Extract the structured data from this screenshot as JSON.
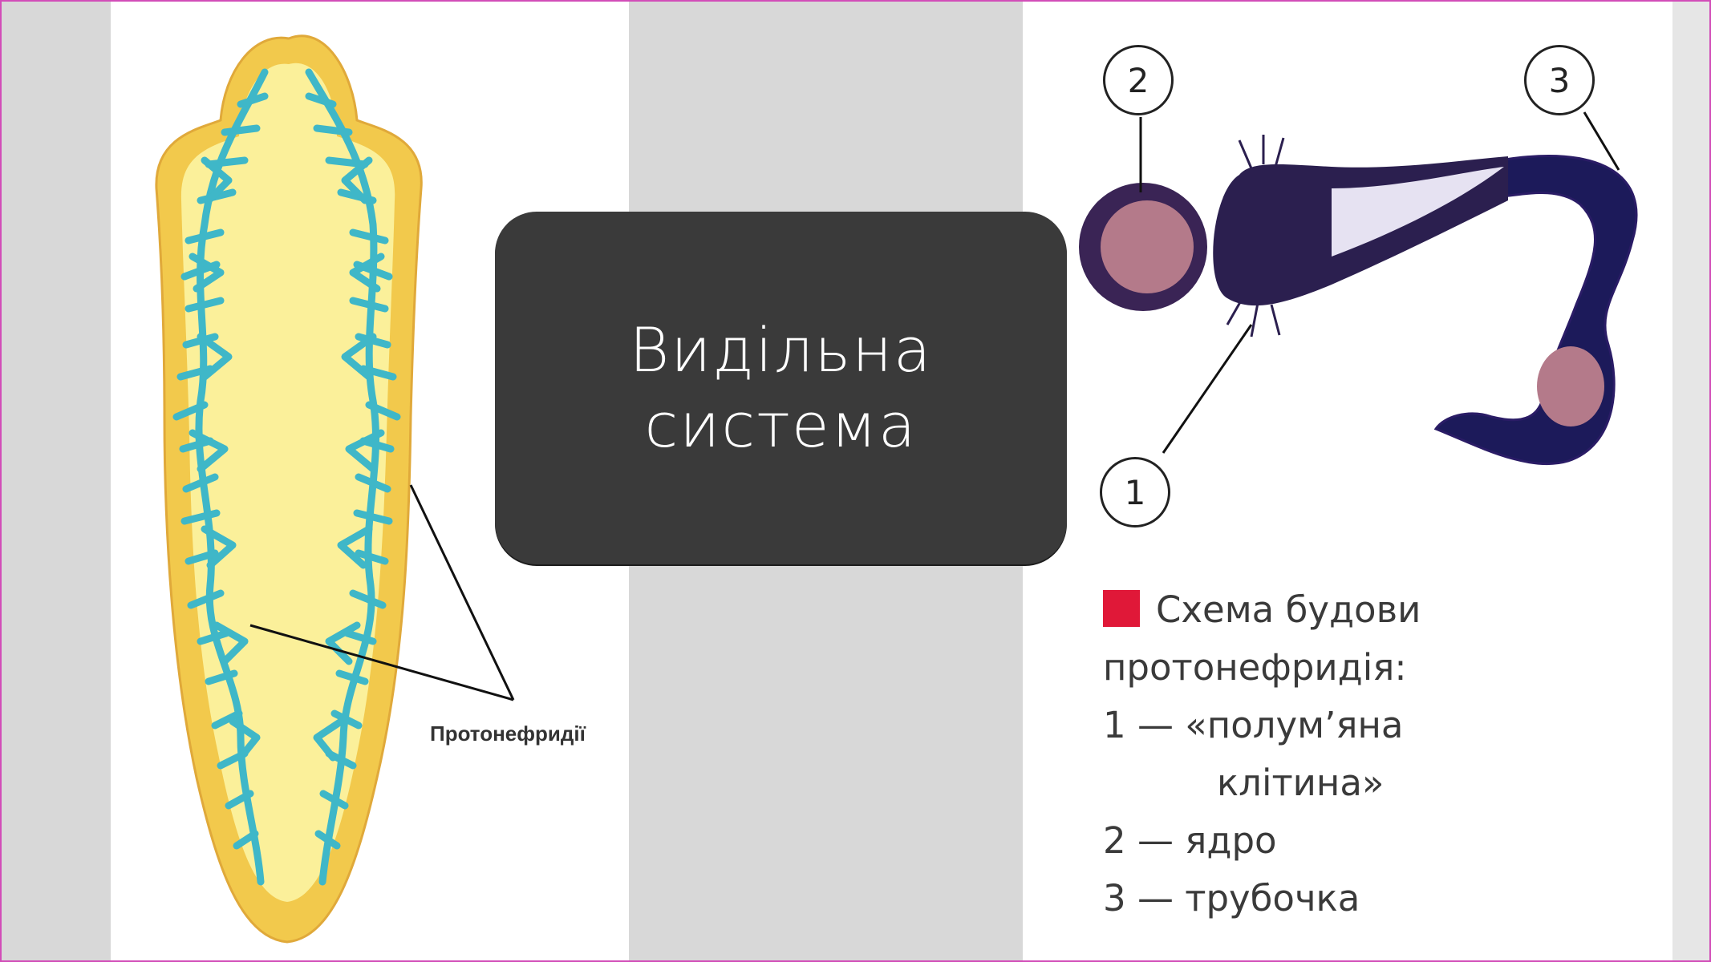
{
  "slide": {
    "title_line1": "Видільна",
    "title_line2": "система"
  },
  "flatworm_figure": {
    "label": "Протонефридії"
  },
  "protonephridium_figure": {
    "callouts": [
      "1",
      "2",
      "3"
    ],
    "caption_line1": "Схема будови",
    "caption_line2": "протонефридія:",
    "legend": [
      {
        "num": "1",
        "dash": "—",
        "text": "«полум’яна"
      },
      {
        "num": "",
        "dash": "",
        "text": "клітина»"
      },
      {
        "num": "2",
        "dash": "—",
        "text": "ядро"
      },
      {
        "num": "3",
        "dash": "—",
        "text": "трубочка"
      }
    ]
  },
  "colors": {
    "frame": "#d24db8",
    "background": "#d8d8d8",
    "title_box": "#3a3a3a",
    "worm_body": "#f2c94c",
    "worm_inner": "#fbf09a",
    "canals": "#3fb7c8",
    "cell": "#2b1f4f",
    "nucleus": "#b47a8a",
    "legend_marker": "#e01838"
  },
  "icons": [
    "flatworm-illustration",
    "protonephridium-illustration"
  ]
}
